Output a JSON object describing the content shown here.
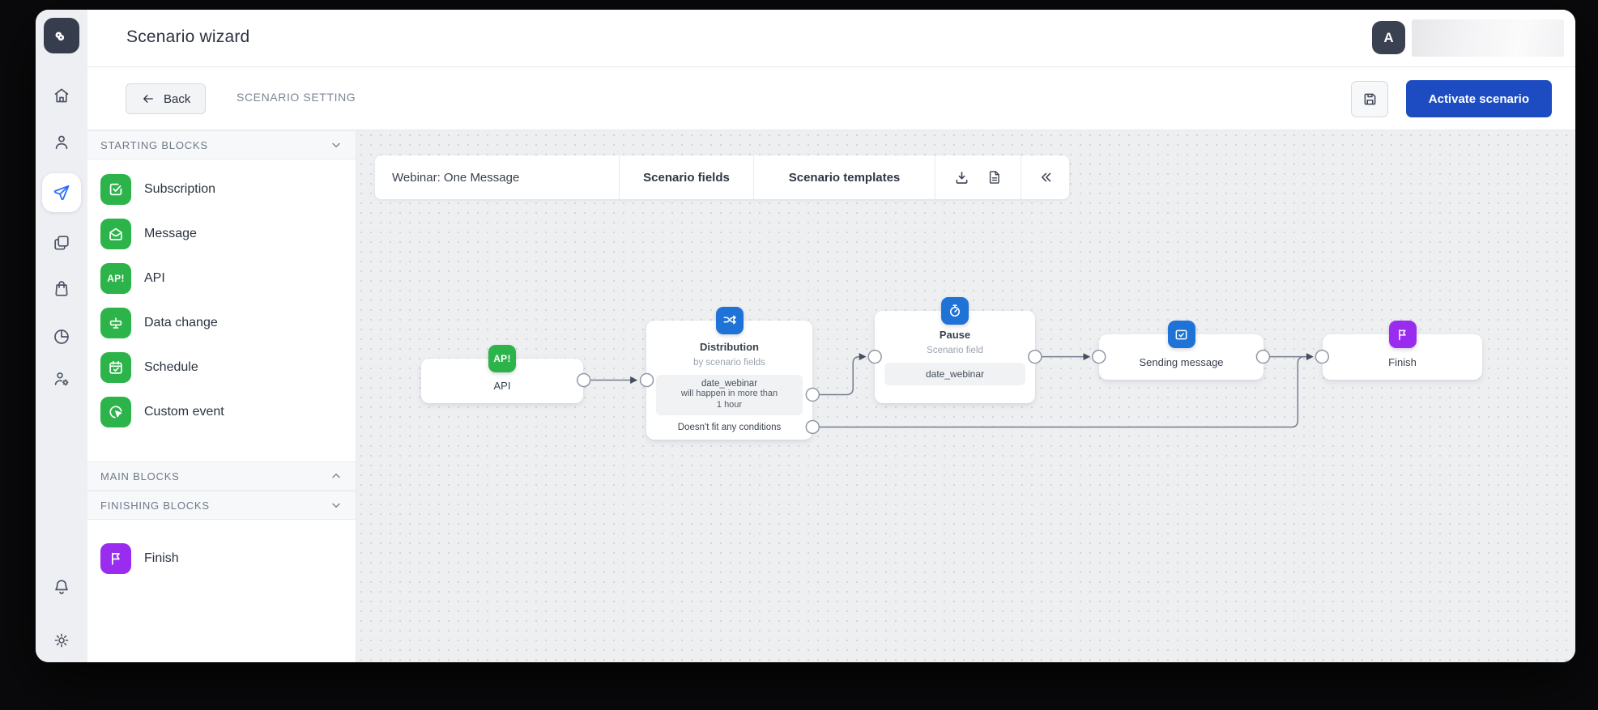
{
  "header": {
    "title": "Scenario wizard",
    "avatar_initial": "A"
  },
  "subheader": {
    "back_label": "Back",
    "section_label": "SCENARIO SETTING",
    "activate_label": "Activate scenario"
  },
  "sidebar": {
    "icons": [
      "home",
      "person",
      "paper-plane",
      "windows",
      "shopping-bag",
      "pie-chart",
      "person-gear",
      "bell",
      "gear"
    ],
    "active_icon": "paper-plane"
  },
  "api_badge_text": "AP!",
  "panel": {
    "sections": [
      {
        "label": "STARTING BLOCKS",
        "chevron": "down",
        "items": [
          {
            "label": "Subscription",
            "icon": "checkbox"
          },
          {
            "label": "Message",
            "icon": "open-envelope"
          },
          {
            "label": "API",
            "icon": "api-badge"
          },
          {
            "label": "Data change",
            "icon": "data-change"
          },
          {
            "label": "Schedule",
            "icon": "calendar-check"
          },
          {
            "label": "Custom event",
            "icon": "custom-event"
          }
        ]
      },
      {
        "label": "MAIN BLOCKS",
        "chevron": "up",
        "items": []
      },
      {
        "label": "FINISHING BLOCKS",
        "chevron": "down",
        "items": [
          {
            "label": "Finish",
            "icon": "flag"
          }
        ]
      }
    ]
  },
  "canvas": {
    "toolbar": {
      "scenario_name": "Webinar: One Message",
      "fields_tab": "Scenario fields",
      "templates_tab": "Scenario templates",
      "icons": [
        "download",
        "document",
        "collapse-left"
      ]
    },
    "nodes": {
      "api": {
        "title": "API",
        "icon": "api-badge",
        "color": "#2cb44a"
      },
      "distribution": {
        "title": "Distribution",
        "subtitle": "by scenario fields",
        "icon": "shuffle",
        "color": "#1f72d6",
        "branch1_line1": "date_webinar",
        "branch1_line2": "will happen in more than",
        "branch1_line3": "1 hour",
        "branch2": "Doesn't fit any conditions"
      },
      "pause": {
        "title": "Pause",
        "subtitle": "Scenario field",
        "field": "date_webinar",
        "icon": "stopwatch",
        "color": "#1f72d6"
      },
      "sending": {
        "title": "Sending message",
        "icon": "message-check",
        "color": "#1f72d6"
      },
      "finish": {
        "title": "Finish",
        "icon": "flag",
        "color": "#9a2cf0"
      }
    }
  },
  "colors": {
    "green": "#2cb44a",
    "blue": "#1f72d6",
    "purple": "#9a2cf0",
    "activate_button": "#1d4cc2",
    "active_nav": "#2f6bff",
    "canvas_bg": "#edeff1",
    "rail_bg": "#edeff2",
    "dark_slate": "#363d4d"
  }
}
